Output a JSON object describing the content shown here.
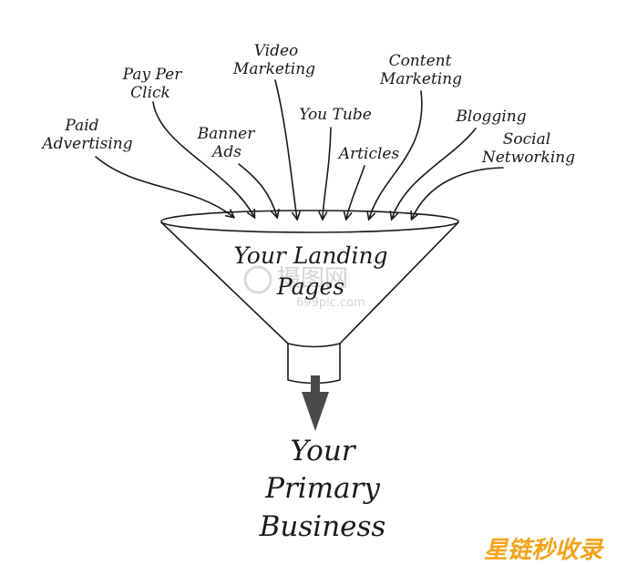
{
  "sources": [
    {
      "id": "paid-advertising",
      "lines": [
        "Paid",
        "Advertising"
      ]
    },
    {
      "id": "pay-per-click",
      "lines": [
        "Pay Per",
        "Click"
      ]
    },
    {
      "id": "banner-ads",
      "lines": [
        "Banner",
        "Ads"
      ]
    },
    {
      "id": "video-marketing",
      "lines": [
        "Video",
        "Marketing"
      ]
    },
    {
      "id": "you-tube",
      "lines": [
        "You Tube"
      ]
    },
    {
      "id": "articles",
      "lines": [
        "Articles"
      ]
    },
    {
      "id": "content-marketing",
      "lines": [
        "Content",
        "Marketing"
      ]
    },
    {
      "id": "blogging",
      "lines": [
        "Blogging"
      ]
    },
    {
      "id": "social-networking",
      "lines": [
        "Social",
        "Networking"
      ]
    }
  ],
  "funnel": {
    "line1": "Your Landing",
    "line2": "Pages"
  },
  "result": {
    "line1": "Your",
    "line2": "Primary",
    "line3": "Business"
  },
  "watermark": {
    "text": "摄图网",
    "subtext": "699pic.com"
  },
  "logo": {
    "text": "星链秒收录"
  },
  "colors": {
    "ink": "#1a1a1a",
    "arrow": "#4a4a4a",
    "logo": "#f2a41a",
    "watermark": "#cfcfcf"
  }
}
